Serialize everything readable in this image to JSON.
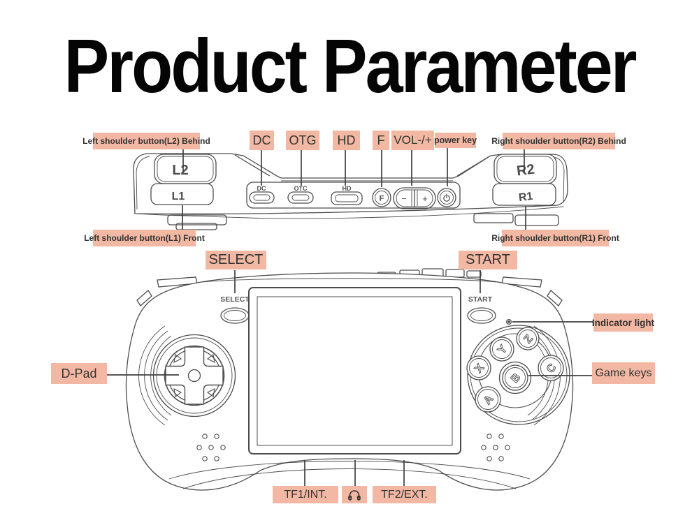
{
  "title": "Product Parameter",
  "colors": {
    "label_bg": "#f2b8a3",
    "outline": "#4d4d4d",
    "label_text": "#333333"
  },
  "callouts": {
    "l2_behind": "Left shoulder button(L2) Behind",
    "dc": "DC",
    "otg": "OTG",
    "hd": "HD",
    "f": "F",
    "vol": "VOL-/+",
    "power_key": "power key",
    "r2_behind": "Right shoulder button(R2) Behind",
    "l1_front": "Left shoulder button(L1) Front",
    "r1_front": "Right shoulder button(R1) Front",
    "select": "SELECT",
    "start": "START",
    "dpad": "D-Pad",
    "indicator": "Indicator light",
    "game_keys": "Game keys",
    "tf1": "TF1/INT.",
    "tf2": "TF2/EXT."
  },
  "device_printed": {
    "l2": "L2",
    "l1": "L1",
    "r2": "R2",
    "r1": "R1",
    "dc": "DC",
    "otc": "OTC",
    "hd": "HD",
    "f": "F",
    "minus": "−",
    "plus": "+",
    "select": "SELECT",
    "start": "START",
    "key_x": "X",
    "key_y": "Y",
    "key_z": "Z",
    "key_a": "A",
    "key_b": "B",
    "key_c": "C"
  }
}
